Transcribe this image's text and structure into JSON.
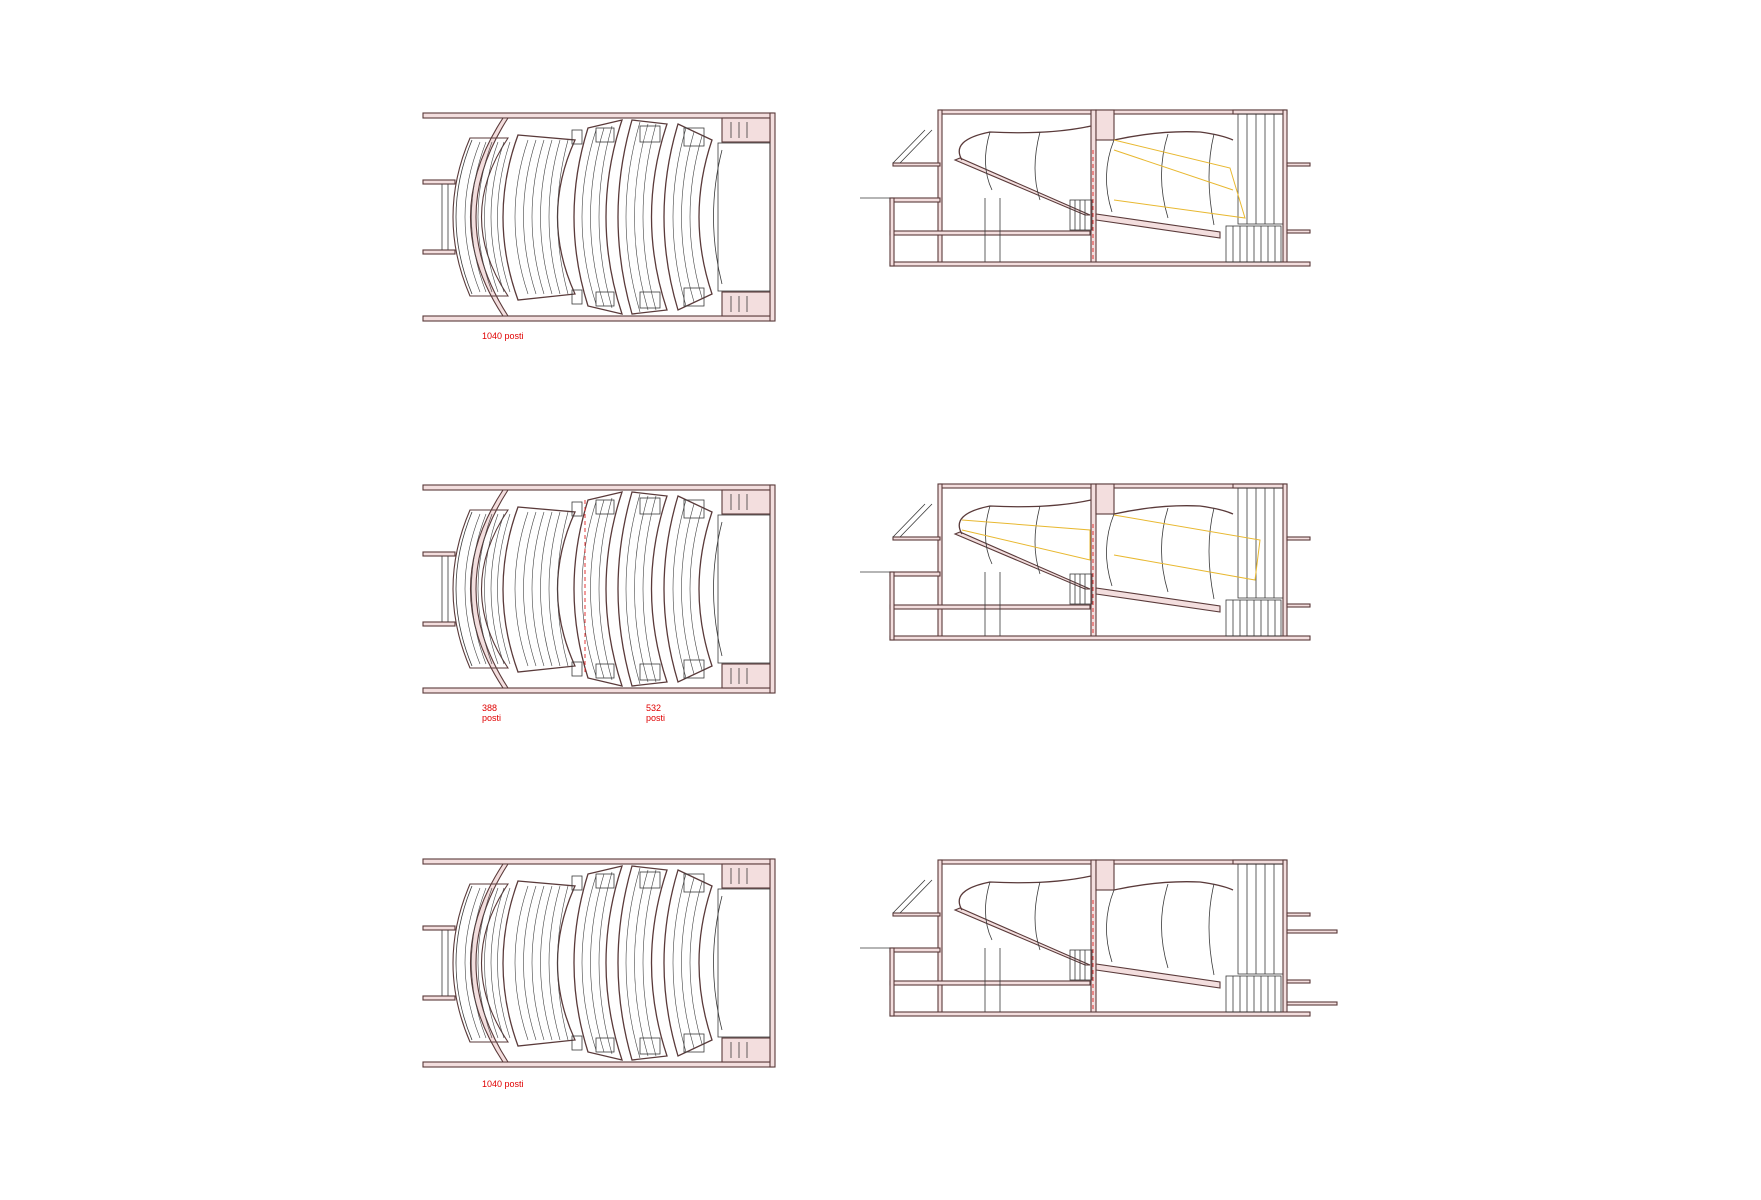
{
  "colors": {
    "label": "#e00000",
    "wall_outline": "#5a3a3a",
    "wall_fill": "#f3dede",
    "line": "#3a3a3a",
    "divider_dashed": "#e02020",
    "sightline": "#e8b830",
    "background": "#ffffff"
  },
  "plans": [
    {
      "id": "plan-1",
      "labels": [
        {
          "lines": [
            "1040 posti"
          ]
        }
      ]
    },
    {
      "id": "plan-2",
      "labels": [
        {
          "lines": [
            "388",
            "posti"
          ]
        },
        {
          "lines": [
            "532",
            "posti"
          ]
        }
      ]
    },
    {
      "id": "plan-3",
      "labels": [
        {
          "lines": [
            "1040 posti"
          ]
        }
      ]
    }
  ]
}
